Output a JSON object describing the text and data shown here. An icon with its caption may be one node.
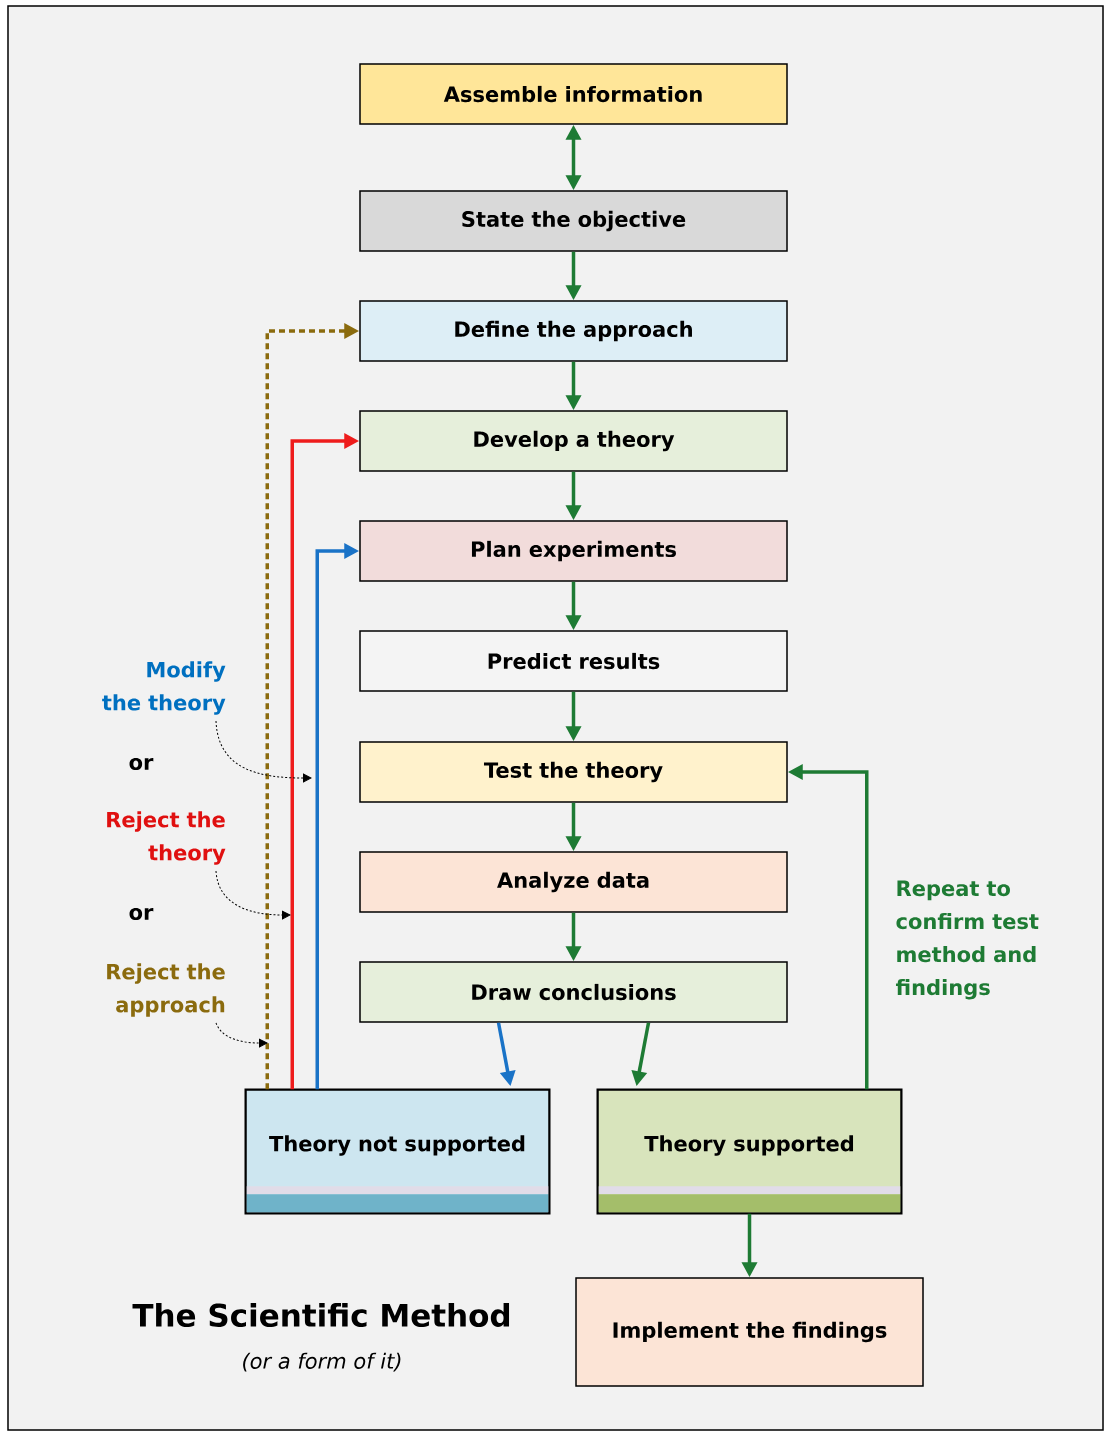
{
  "diagram": {
    "title": "The Scientific Method",
    "caption": "(or a form of it)",
    "nodes": [
      {
        "text": [
          "Assemble information"
        ]
      },
      {
        "text": [
          "State the objective"
        ]
      },
      {
        "text": [
          "Define the approach"
        ]
      },
      {
        "text": [
          "Develop a theory"
        ]
      },
      {
        "text": [
          "Plan experiments"
        ]
      },
      {
        "text": [
          "Predict results"
        ]
      },
      {
        "text": [
          "Test the theory"
        ]
      },
      {
        "text": [
          "Analyze data"
        ]
      },
      {
        "text": [
          "Draw conclusions"
        ]
      },
      {
        "text": [
          "Theory not supported"
        ]
      },
      {
        "text": [
          "Theory supported"
        ]
      },
      {
        "text": [
          "Implement the findings"
        ]
      },
      {
        "text": [
          "Modify the theory"
        ]
      },
      {
        "text": [
          "Reject the theory"
        ]
      },
      {
        "text": [
          "Reject the approach"
        ]
      }
    ],
    "edges": [
      {
        "from": 0,
        "to": 1,
        "arrow": "both"
      },
      {
        "from": 1,
        "to": 2,
        "arrow": "to"
      },
      {
        "from": 2,
        "to": 3,
        "arrow": "to"
      },
      {
        "from": 3,
        "to": 4,
        "arrow": "to"
      },
      {
        "from": 4,
        "to": 5,
        "arrow": "to"
      },
      {
        "from": 5,
        "to": 6,
        "arrow": "to"
      },
      {
        "from": 6,
        "to": 7,
        "arrow": "to"
      },
      {
        "from": 7,
        "to": 8,
        "arrow": "to"
      },
      {
        "from": 8,
        "to": 9,
        "arrow": "to",
        "color": "#1a73c7"
      },
      {
        "from": 8,
        "to": 10,
        "arrow": "to"
      },
      {
        "from": 9,
        "to": 2,
        "arrow": "to",
        "style": "dashed",
        "color": "#8b6b0e"
      },
      {
        "from": 9,
        "to": 3,
        "arrow": "to",
        "color": "#ee1c1c"
      },
      {
        "from": 9,
        "to": 4,
        "arrow": "to",
        "color": "#1a73c7"
      },
      {
        "from": 10,
        "to": 6,
        "arrow": "to",
        "label": "Repeat to confirm test method and findings"
      },
      {
        "from": 10,
        "to": 11,
        "arrow": "to"
      },
      {
        "from": 12,
        "to": null,
        "arrow": "to",
        "style": "dashed",
        "color": "#000000"
      },
      {
        "from": 13,
        "to": null,
        "arrow": "to",
        "style": "dashed",
        "color": "#000000"
      },
      {
        "from": 14,
        "to": null,
        "arrow": "to",
        "style": "dashed",
        "color": "#000000"
      }
    ],
    "labels": [
      "or",
      "or"
    ]
  }
}
